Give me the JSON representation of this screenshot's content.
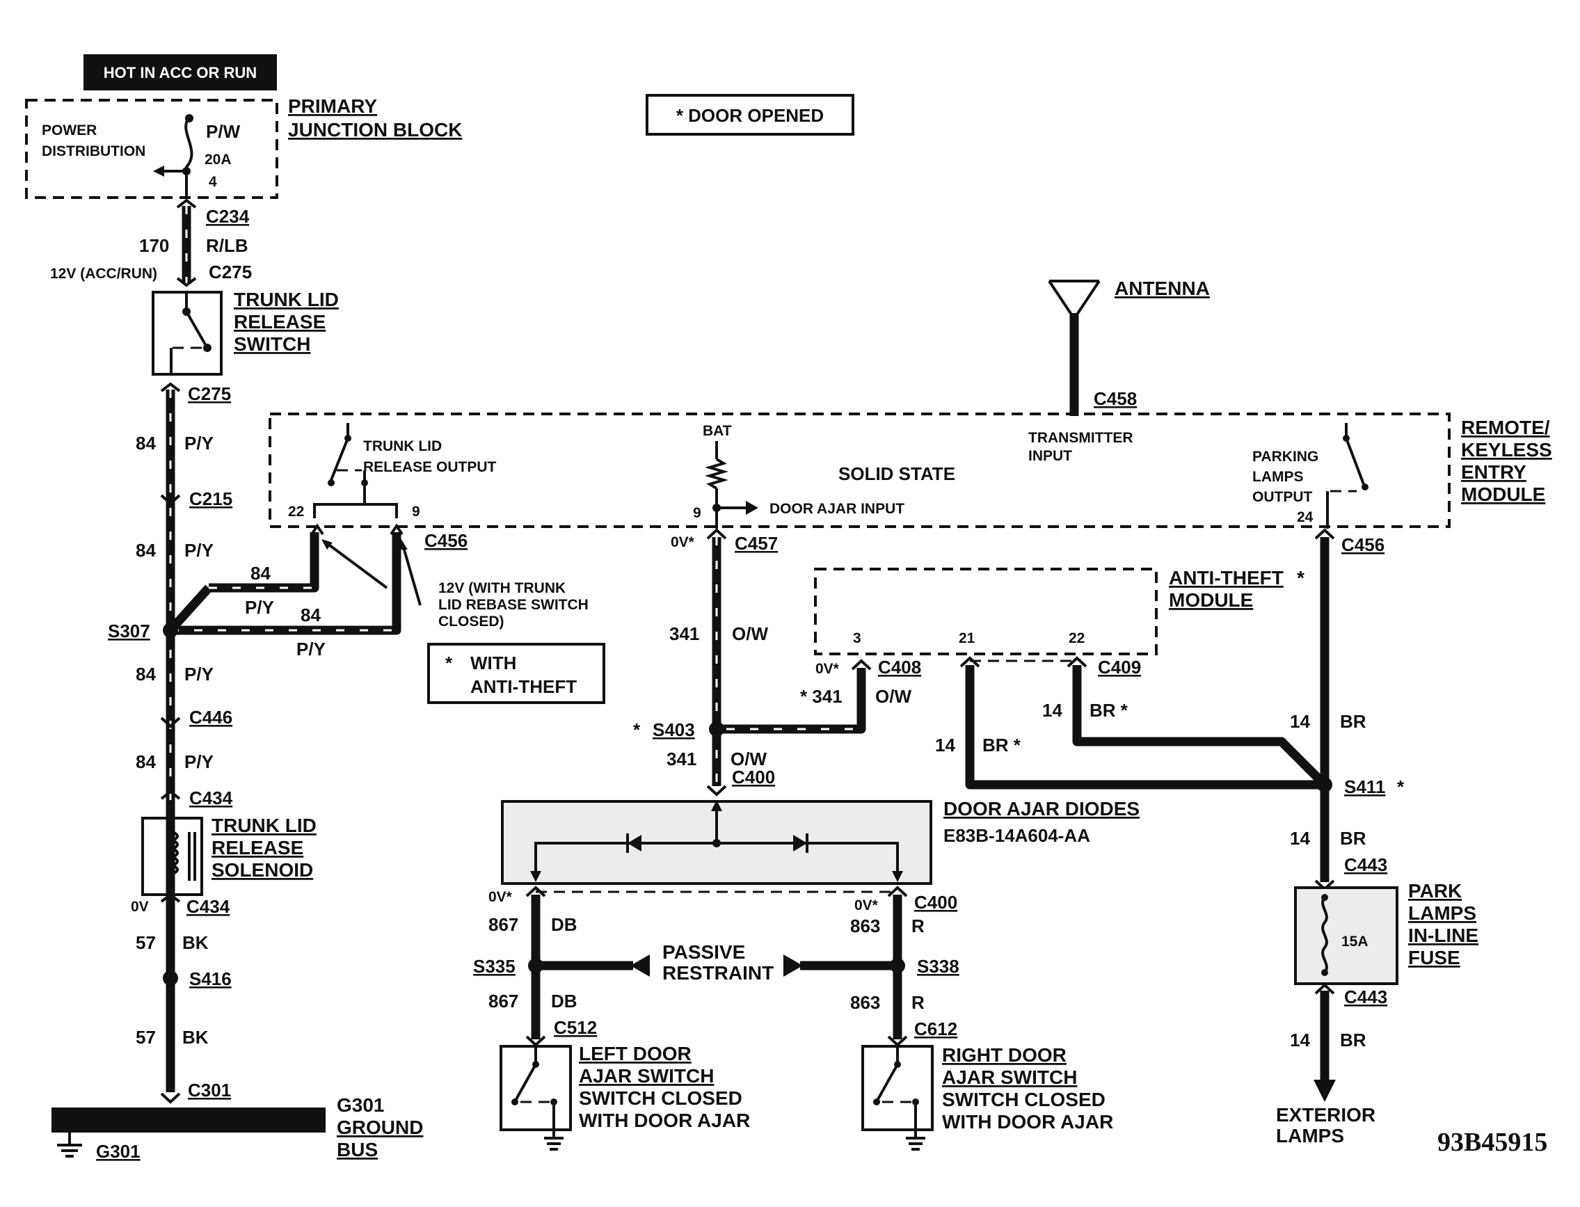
{
  "diagram_code": "93B45915",
  "legend": {
    "hot_label": "HOT IN ACC OR RUN",
    "door_opened": "* DOOR OPENED",
    "with_antitheft_star": "*",
    "with_antitheft_l1": "WITH",
    "with_antitheft_l2": "ANTI-THEFT"
  },
  "junction_block": {
    "title_l1": "PRIMARY",
    "title_l2": "JUNCTION BLOCK",
    "power_l1": "POWER",
    "power_l2": "DISTRIBUTION",
    "fuse_name": "P/W",
    "fuse_rating": "20A",
    "fuse_pin": "4"
  },
  "trunk_switch": {
    "l1": "TRUNK LID",
    "l2": "RELEASE",
    "l3": "SWITCH"
  },
  "trunk_solenoid": {
    "l1": "TRUNK LID",
    "l2": "RELEASE",
    "l3": "SOLENOID"
  },
  "ground": {
    "g301_name": "G301",
    "bus_l1": "G301",
    "bus_l2": "GROUND",
    "bus_l3": "BUS",
    "bottom_label": "G301"
  },
  "rke_module": {
    "l1": "REMOTE/",
    "l2": "KEYLESS",
    "l3": "ENTRY",
    "l4": "MODULE",
    "solid_state": "SOLID STATE",
    "trunk_out_l1": "TRUNK LID",
    "trunk_out_l2": "RELEASE OUTPUT",
    "bat": "BAT",
    "door_ajar_input": "DOOR AJAR INPUT",
    "tx_l1": "TRANSMITTER",
    "tx_l2": "INPUT",
    "park_l1": "PARKING",
    "park_l2": "LAMPS",
    "park_l3": "OUTPUT",
    "pin22": "22",
    "pin9a": "9",
    "pin9b": "9",
    "pin24": "24"
  },
  "antenna": {
    "label": "ANTENNA"
  },
  "antitheft": {
    "l1": "ANTI-THEFT",
    "star": "*",
    "l2": "MODULE",
    "pin3": "3",
    "pin21": "21",
    "pin22": "22"
  },
  "diodes": {
    "title": "DOOR AJAR DIODES",
    "part": "E83B-14A604-AA"
  },
  "passive": {
    "l1": "PASSIVE",
    "l2": "RESTRAINT"
  },
  "left_door": {
    "l1": "LEFT DOOR",
    "l2": "AJAR SWITCH",
    "l3": "SWITCH CLOSED",
    "l4": "WITH DOOR AJAR"
  },
  "right_door": {
    "l1": "RIGHT DOOR",
    "l2": "AJAR SWITCH",
    "l3": "SWITCH CLOSED",
    "l4": "WITH DOOR AJAR"
  },
  "park_fuse": {
    "l1": "PARK",
    "l2": "LAMPS",
    "l3": "IN-LINE",
    "l4": "FUSE",
    "rating": "15A"
  },
  "exterior": {
    "l1": "EXTERIOR",
    "l2": "LAMPS"
  },
  "note_12v": {
    "l1": "12V (WITH TRUNK",
    "l2": "LID REBASE SWITCH",
    "l3": "CLOSED)"
  },
  "connectors": {
    "c234": "C234",
    "c275a": "C275",
    "c275b": "C275",
    "c215": "C215",
    "c456a": "C456",
    "c456b": "C456",
    "c446": "C446",
    "c434a": "C434",
    "c434b": "C434",
    "c301": "C301",
    "s307": "S307",
    "s416": "S416",
    "c458": "C458",
    "c457": "C457",
    "c408": "C408",
    "c409": "C409",
    "s403": "S403",
    "s403_star": "*",
    "c400a": "C400",
    "c400b": "C400",
    "s411": "S411",
    "s411_star": "*",
    "c443a": "C443",
    "c443b": "C443",
    "s335": "S335",
    "s338": "S338",
    "c512": "C512",
    "c612": "C612"
  },
  "wires": {
    "w170": "170",
    "rlb": "R/LB",
    "v12acc": "12V (ACC/RUN)",
    "w84a": "84",
    "py_a": "P/Y",
    "w84b": "84",
    "py_b": "P/Y",
    "w84c": "84",
    "py_c": "P/Y",
    "w84d": "84",
    "py_d": "P/Y",
    "w84e": "84",
    "py_e": "P/Y",
    "w84f": "84",
    "py_f": "P/Y",
    "v0_sol": "0V",
    "w57a": "57",
    "bk_a": "BK",
    "w57b": "57",
    "bk_b": "BK",
    "v0_457": "0V*",
    "w341a": "341",
    "ow_a": "O/W",
    "v0_408": "0V*",
    "w341b": "* 341",
    "ow_b": "O/W",
    "w341c": "341",
    "ow_c": "O/W",
    "w14a": "14",
    "br_a": "BR *",
    "w14b": "14",
    "br_b": "BR *",
    "w14c": "14",
    "br_c": "BR",
    "w14d": "14",
    "br_d": "BR",
    "w14e": "14",
    "br_e": "BR",
    "v0_l": "0V*",
    "w867a": "867",
    "db_a": "DB",
    "w867b": "867",
    "db_b": "DB",
    "v0_r": "0V*",
    "w863a": "863",
    "r_a": "R",
    "w863b": "863",
    "r_b": "R"
  }
}
